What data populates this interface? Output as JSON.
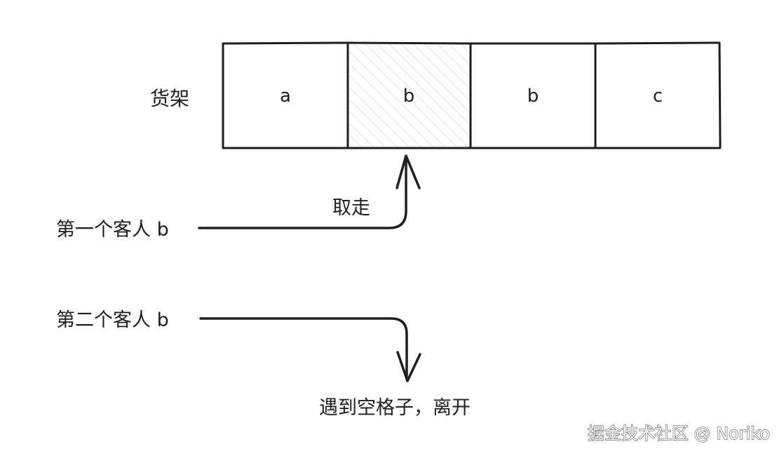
{
  "shelf": {
    "label": "货架",
    "slots": [
      {
        "value": "a",
        "taken": false
      },
      {
        "value": "b",
        "taken": true
      },
      {
        "value": "b",
        "taken": false
      },
      {
        "value": "c",
        "taken": false
      }
    ]
  },
  "customer1": {
    "label": "第一个客人 b",
    "action": "取走"
  },
  "customer2": {
    "label": "第二个客人 b",
    "result": "遇到空格子，离开"
  },
  "watermark": "掘金技术社区 @ Noriko",
  "colors": {
    "stroke": "#1e1e1e",
    "hatch": "#c9c9c9",
    "background": "#ffffff"
  }
}
